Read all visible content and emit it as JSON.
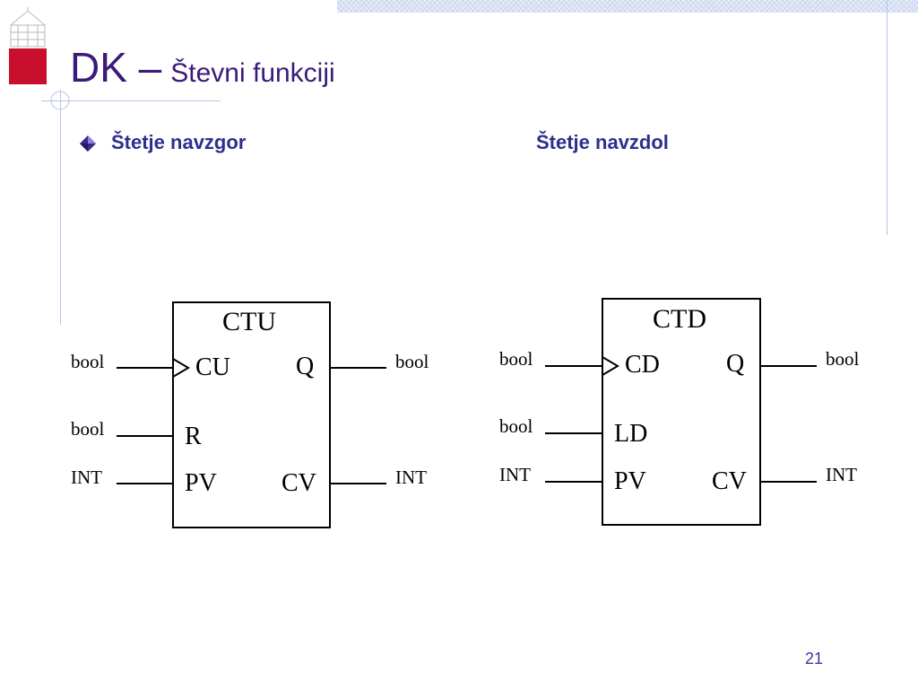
{
  "slide": {
    "title_main": "DK –",
    "title_sub": "Števni funkciji",
    "page_number": "21"
  },
  "left_heading": "Štetje navzgor",
  "right_heading": "Štetje navzdol",
  "ctu": {
    "name": "CTU",
    "pins": {
      "cu": "CU",
      "r": "R",
      "pv": "PV",
      "q": "Q",
      "cv": "CV"
    },
    "types": {
      "cu_in": "bool",
      "r_in": "bool",
      "pv_in": "INT",
      "q_out": "bool",
      "cv_out": "INT"
    }
  },
  "ctd": {
    "name": "CTD",
    "pins": {
      "cd": "CD",
      "ld": "LD",
      "pv": "PV",
      "q": "Q",
      "cv": "CV"
    },
    "types": {
      "cd_in": "bool",
      "ld_in": "bool",
      "pv_in": "INT",
      "q_out": "bool",
      "cv_out": "INT"
    }
  },
  "colors": {
    "title": "#3b1a78",
    "heading": "#2e2e8f",
    "accent_red": "#c8102e",
    "guide_lines": "#b8c2e8",
    "bullet": "#3a2a8a"
  }
}
